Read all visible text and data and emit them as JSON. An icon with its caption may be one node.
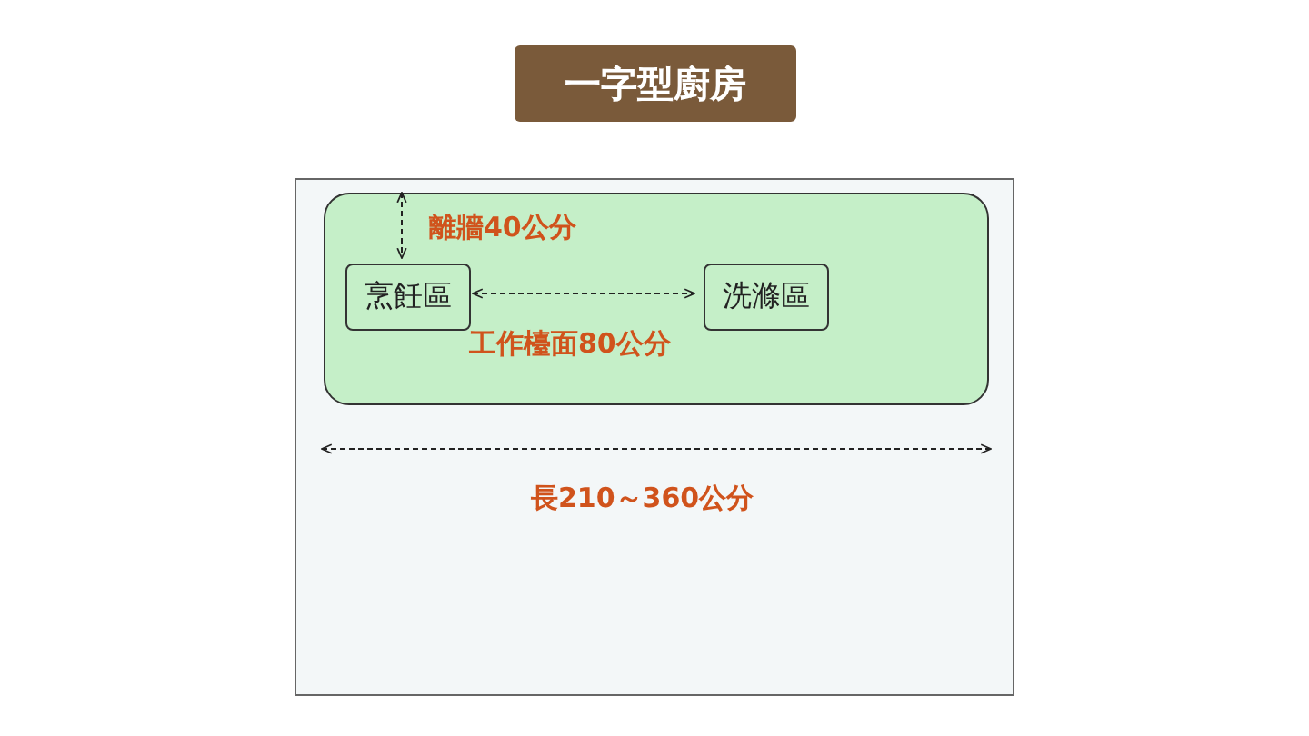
{
  "diagram": {
    "title": "一字型廚房",
    "nodes": [
      {
        "text": [],
        "shape": "box"
      },
      {
        "text": [],
        "shape": "box",
        "in": 0
      },
      {
        "text": [
          "烹飪區"
        ],
        "in": 1
      },
      {
        "text": [
          "洗滌區"
        ],
        "in": 1
      }
    ],
    "edges": [
      {
        "from": 1,
        "to": 2,
        "arrow": "both",
        "style": "dashed",
        "label": "離牆40公分"
      },
      {
        "from": 2,
        "to": 3,
        "arrow": "both",
        "style": "dashed"
      }
    ],
    "labels": [
      "工作檯面80公分",
      "長210～360公分"
    ]
  }
}
